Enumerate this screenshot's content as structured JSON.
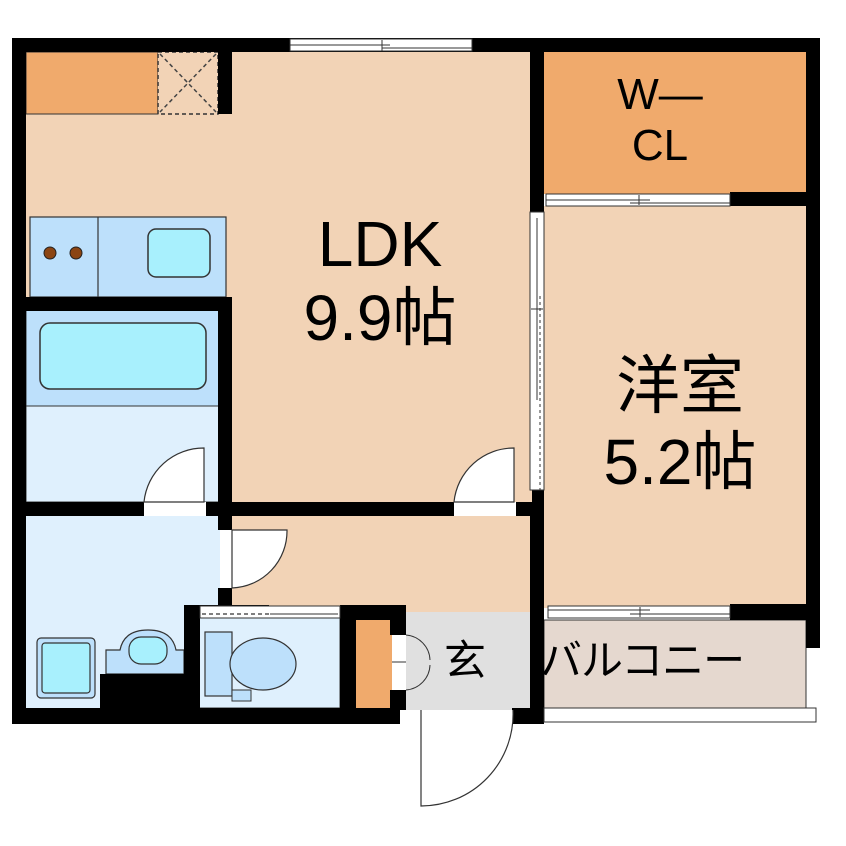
{
  "floor_plan": {
    "rooms": {
      "ldk": {
        "name": "LDK",
        "size": "9.9帖"
      },
      "western_room": {
        "name": "洋室",
        "size": "5.2帖"
      },
      "walk_in_closet": {
        "line1": "W—",
        "line2": "CL"
      },
      "entrance": {
        "name": "玄"
      },
      "balcony": {
        "name": "バルコニー"
      }
    },
    "colors": {
      "wall": "#000000",
      "room_floor": "#f2d3b6",
      "closet": "#f0aa6c",
      "wet_area_light": "#dff0fd",
      "wet_area_mid": "#bde0fb",
      "fixture_cyan": "#a8f0fd",
      "entrance_floor": "#e0e0e0",
      "balcony_floor": "#e5d8cf",
      "stove_burner": "#8b4513"
    }
  }
}
